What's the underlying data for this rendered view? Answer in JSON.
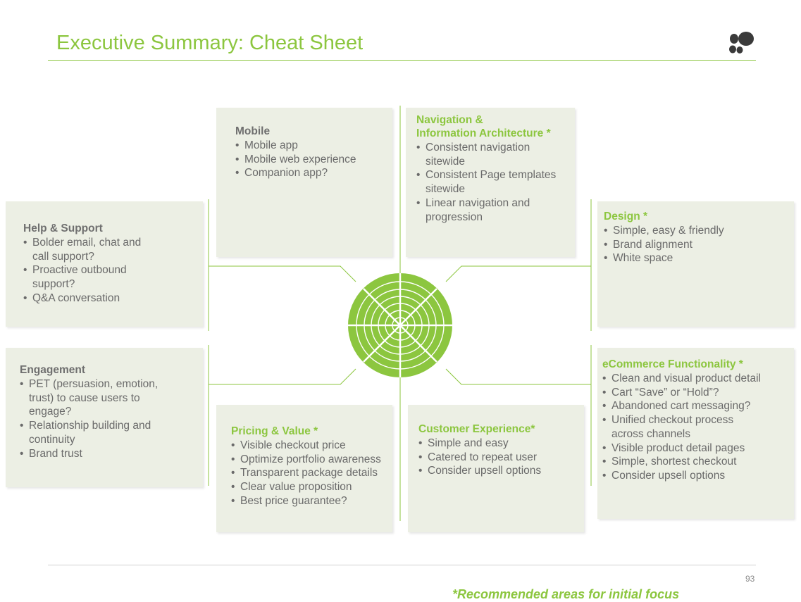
{
  "header": {
    "title": "Executive Summary: Cheat Sheet"
  },
  "footer": {
    "page_number": "93",
    "footnote": "*Recommended areas for initial focus"
  },
  "colors": {
    "accent": "#8cc63f",
    "box_bg": "#ecefe4",
    "text": "#6a6a6a",
    "heading_gray": "#6f6f6f"
  },
  "boxes": {
    "mobile": {
      "title": "Mobile",
      "items": [
        "Mobile app",
        "Mobile web experience",
        "Companion app?"
      ]
    },
    "navigation": {
      "title_line1": "Navigation &",
      "title_line2": "Information Architecture *",
      "items": [
        "Consistent navigation sitewide",
        "Consistent Page templates sitewide",
        "Linear navigation and progression"
      ]
    },
    "help": {
      "title": "Help & Support",
      "items": [
        "Bolder email, chat and call support?",
        "Proactive outbound support?",
        "Q&A conversation"
      ]
    },
    "design": {
      "title": "Design *",
      "items": [
        "Simple, easy & friendly",
        "Brand alignment",
        "White space"
      ]
    },
    "engagement": {
      "title": "Engagement",
      "items": [
        "PET (persuasion, emotion, trust) to cause users to engage?",
        "Relationship building and continuity",
        "Brand trust"
      ]
    },
    "ecommerce": {
      "title": "eCommerce Functionality *",
      "items": [
        "Clean and visual product detail",
        "Cart “Save” or “Hold”?",
        "Abandoned cart messaging?",
        "Unified checkout process across channels",
        "Visible product detail pages",
        "Simple, shortest checkout",
        "Consider upsell options"
      ]
    },
    "pricing": {
      "title": "Pricing & Value *",
      "items": [
        "Visible checkout price",
        "Optimize portfolio awareness",
        "Transparent package details",
        "Clear value proposition",
        "Best price guarantee?"
      ]
    },
    "customer": {
      "title": "Customer Experience*",
      "items": [
        "Simple and easy",
        "Catered to repeat user",
        "Consider upsell options"
      ]
    }
  }
}
